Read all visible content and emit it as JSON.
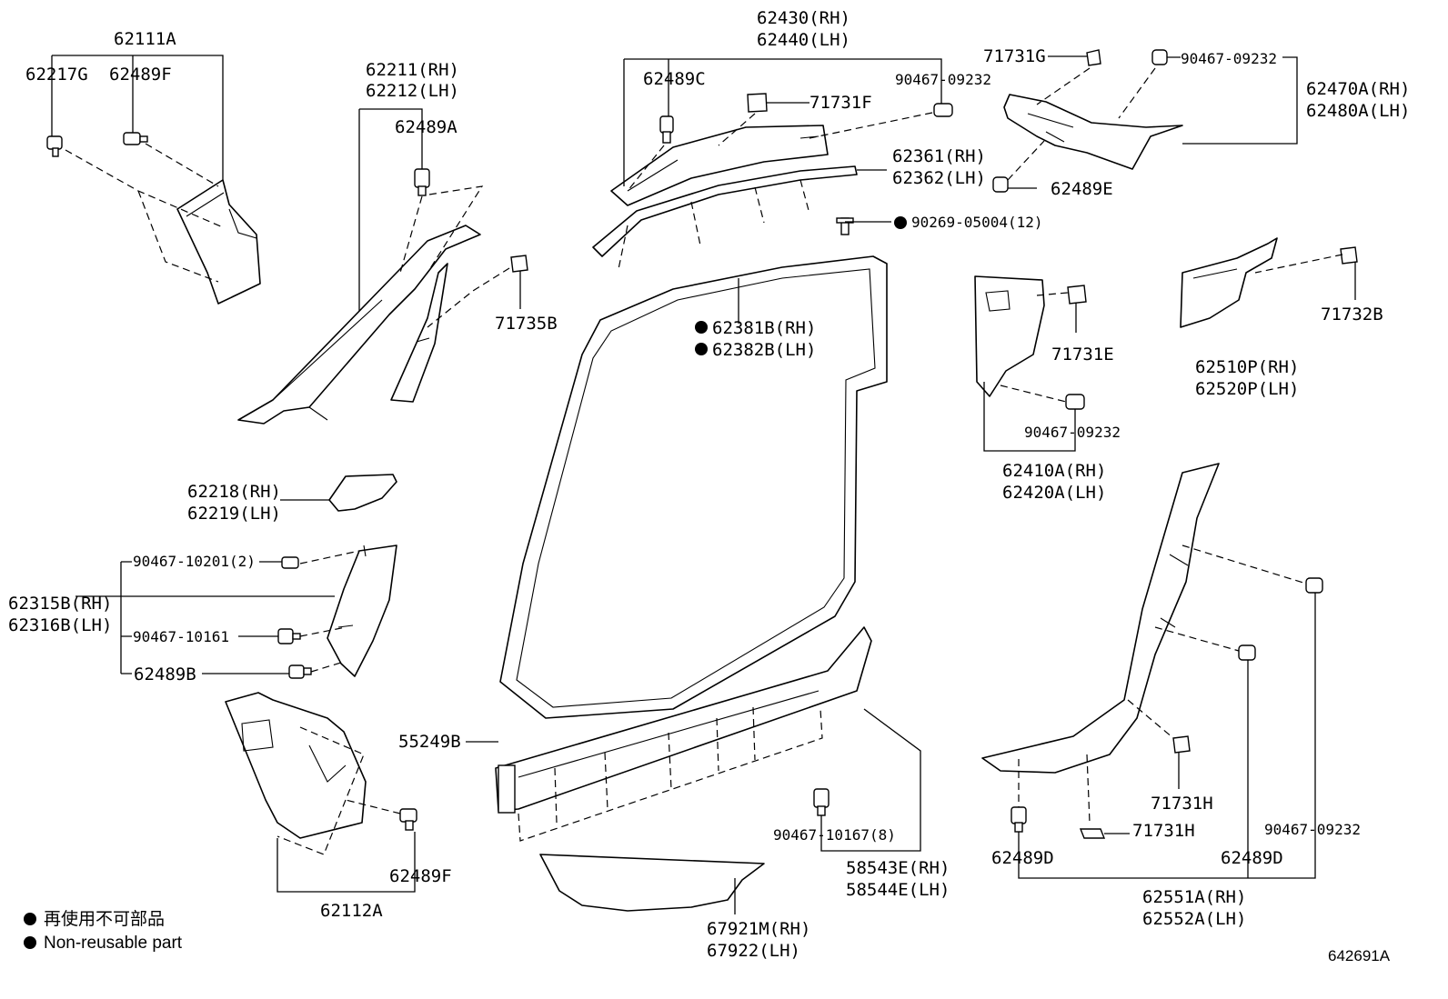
{
  "labels": {
    "l62111a": "62111A",
    "l62217g": "62217G",
    "l62489f_top": "62489F",
    "l62211": "62211(RH)",
    "l62212": "62212(LH)",
    "l62489a": "62489A",
    "l71735b": "71735B",
    "l62430": "62430(RH)",
    "l62440": "62440(LH)",
    "l62489c": "62489C",
    "l71731f": "71731F",
    "l90467_09232_a": "90467-09232",
    "l62361": "62361(RH)",
    "l62362": "62362(LH)",
    "l90269": "90269-05004(12)",
    "l62381b": "62381B(RH)",
    "l62382b": "62382B(LH)",
    "l71731g": "71731G",
    "l90467_09232_b": "90467-09232",
    "l62470a": "62470A(RH)",
    "l62480a": "62480A(LH)",
    "l62489e": "62489E",
    "l71731e": "71731E",
    "l71732b": "71732B",
    "l62510p": "62510P(RH)",
    "l62520p": "62520P(LH)",
    "l90467_09232_c": "90467-09232",
    "l62410a": "62410A(RH)",
    "l62420a": "62420A(LH)",
    "l62218": "62218(RH)",
    "l62219": "62219(LH)",
    "l90467_10201": "90467-10201(2)",
    "l62315b": "62315B(RH)",
    "l62316b": "62316B(LH)",
    "l90467_10161": "90467-10161",
    "l62489b": "62489B",
    "l55249b": "55249B",
    "l62489f_bot": "62489F",
    "l62112a": "62112A",
    "l90467_10167": "90467-10167(8)",
    "l58543e": "58543E(RH)",
    "l58544e": "58544E(LH)",
    "l67921m": "67921M(RH)",
    "l67922": "67922(LH)",
    "l71731h_a": "71731H",
    "l71731h_b": "71731H",
    "l90467_09232_d": "90467-09232",
    "l62489d_a": "62489D",
    "l62489d_b": "62489D",
    "l62551a": "62551A(RH)",
    "l62552a": "62552A(LH)"
  },
  "legend": {
    "jp": "再使用不可部品",
    "en": "Non-reusable part"
  },
  "figure_id": "642691A"
}
